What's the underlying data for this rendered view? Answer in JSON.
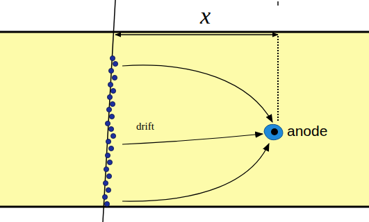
{
  "diagram": {
    "labels": [
      "x",
      "drift",
      "anode"
    ]
  }
}
